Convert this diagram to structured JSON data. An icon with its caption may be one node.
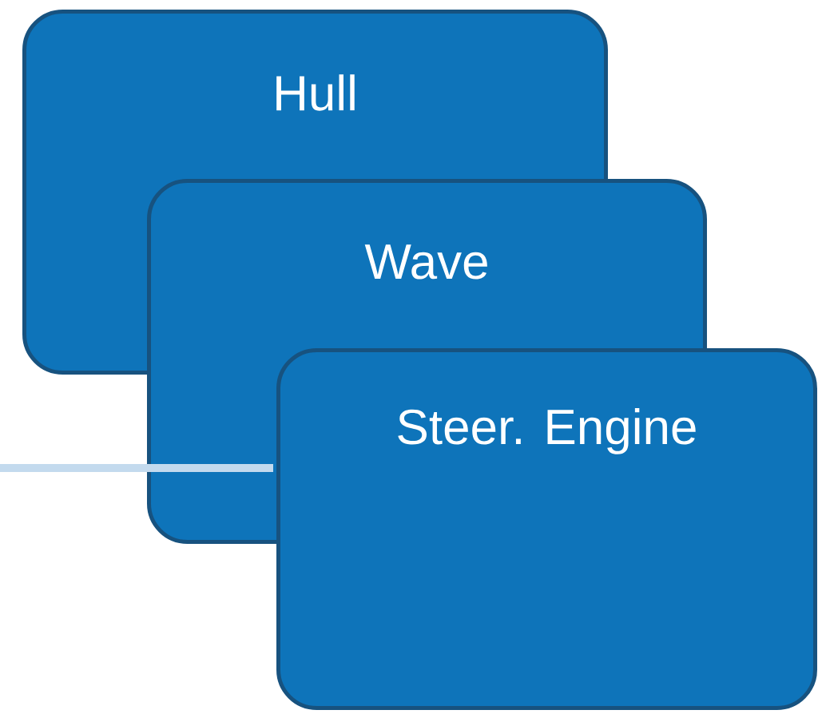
{
  "diagram": {
    "nodes": [
      {
        "text": [
          "Hull"
        ]
      },
      {
        "text": [
          "Wave"
        ]
      },
      {
        "text": [
          "Steer. Engine"
        ]
      }
    ]
  }
}
